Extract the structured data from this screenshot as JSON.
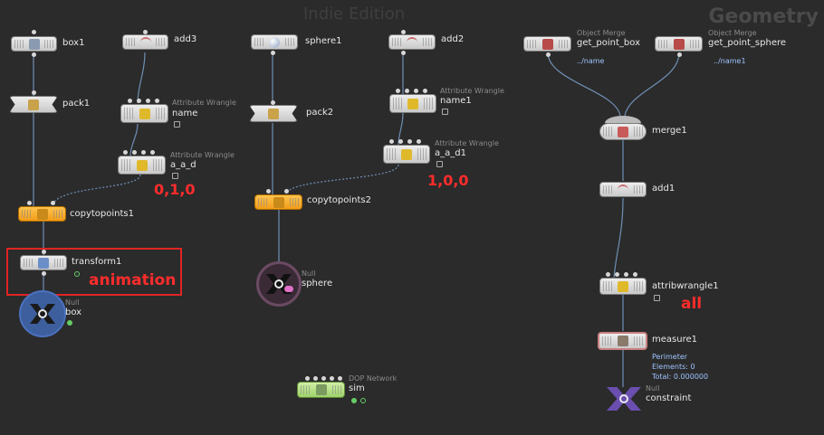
{
  "watermark": "Indie Edition",
  "context_label": "Geometry",
  "nodes": {
    "box1": {
      "label": "box1"
    },
    "pack1": {
      "label": "pack1"
    },
    "add3": {
      "label": "add3"
    },
    "name_left": {
      "type": "Attribute Wrangle",
      "label": "name"
    },
    "aad_left": {
      "type": "Attribute Wrangle",
      "label": "a_a_d"
    },
    "copytopoints1": {
      "label": "copytopoints1"
    },
    "transform1": {
      "label": "transform1"
    },
    "null_box": {
      "type": "Null",
      "label": "box"
    },
    "sphere1": {
      "label": "sphere1"
    },
    "pack2": {
      "label": "pack2"
    },
    "copytopoints2": {
      "label": "copytopoints2"
    },
    "null_sphere": {
      "type": "Null",
      "label": "sphere"
    },
    "add2": {
      "label": "add2"
    },
    "name1": {
      "type": "Attribute Wrangle",
      "label": "name1"
    },
    "aad1": {
      "type": "Attribute Wrangle",
      "label": "a_a_d1"
    },
    "sim": {
      "type": "DOP Network",
      "label": "sim"
    },
    "get_point_box": {
      "type": "Object Merge",
      "label": "get_point_box",
      "sub": "../name"
    },
    "get_point_sphere": {
      "type": "Object Merge",
      "label": "get_point_sphere",
      "sub": "../name1"
    },
    "merge1": {
      "label": "merge1"
    },
    "add1": {
      "label": "add1"
    },
    "attribwrangle1": {
      "label": "attribwrangle1"
    },
    "measure1": {
      "label": "measure1",
      "info": [
        "Perimeter",
        "Elements: 0",
        "Total: 0.000000"
      ]
    },
    "constraint": {
      "type": "Null",
      "label": "constraint"
    }
  },
  "annotations": {
    "left_value": "0,1,0",
    "right_value": "1,0,0",
    "animation": "animation",
    "all": "all"
  },
  "colors": {
    "background": "#2b2b2b",
    "wire": "#6f8fb5",
    "copy_node": "#f5a623",
    "dop_node": "#a8d878",
    "annotation": "#ff2c2c"
  }
}
